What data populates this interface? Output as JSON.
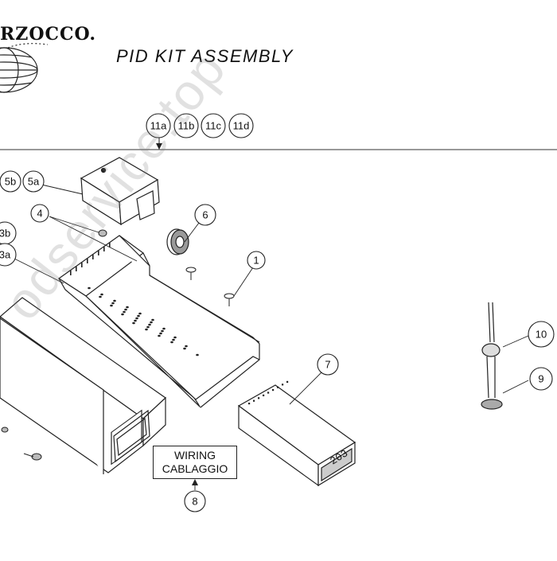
{
  "brand_text": "RZOCCO.",
  "title": "PID KIT ASSEMBLY",
  "wiring_label": [
    "WIRING",
    "CABLAGGIO"
  ],
  "watermark": "odservice.top",
  "display_readout": "203",
  "callouts": [
    {
      "id": "c11a",
      "label": "11a"
    },
    {
      "id": "c11b",
      "label": "11b"
    },
    {
      "id": "c11c",
      "label": "11c"
    },
    {
      "id": "c11d",
      "label": "11d"
    },
    {
      "id": "c5b",
      "label": "5b"
    },
    {
      "id": "c5a",
      "label": "5a"
    },
    {
      "id": "c4",
      "label": "4"
    },
    {
      "id": "c6",
      "label": "6"
    },
    {
      "id": "c3b",
      "label": "3b"
    },
    {
      "id": "c3a",
      "label": "3a"
    },
    {
      "id": "c1",
      "label": "1"
    },
    {
      "id": "c10",
      "label": "10"
    },
    {
      "id": "c9",
      "label": "9"
    },
    {
      "id": "c7",
      "label": "7"
    },
    {
      "id": "c8",
      "label": "8"
    }
  ]
}
